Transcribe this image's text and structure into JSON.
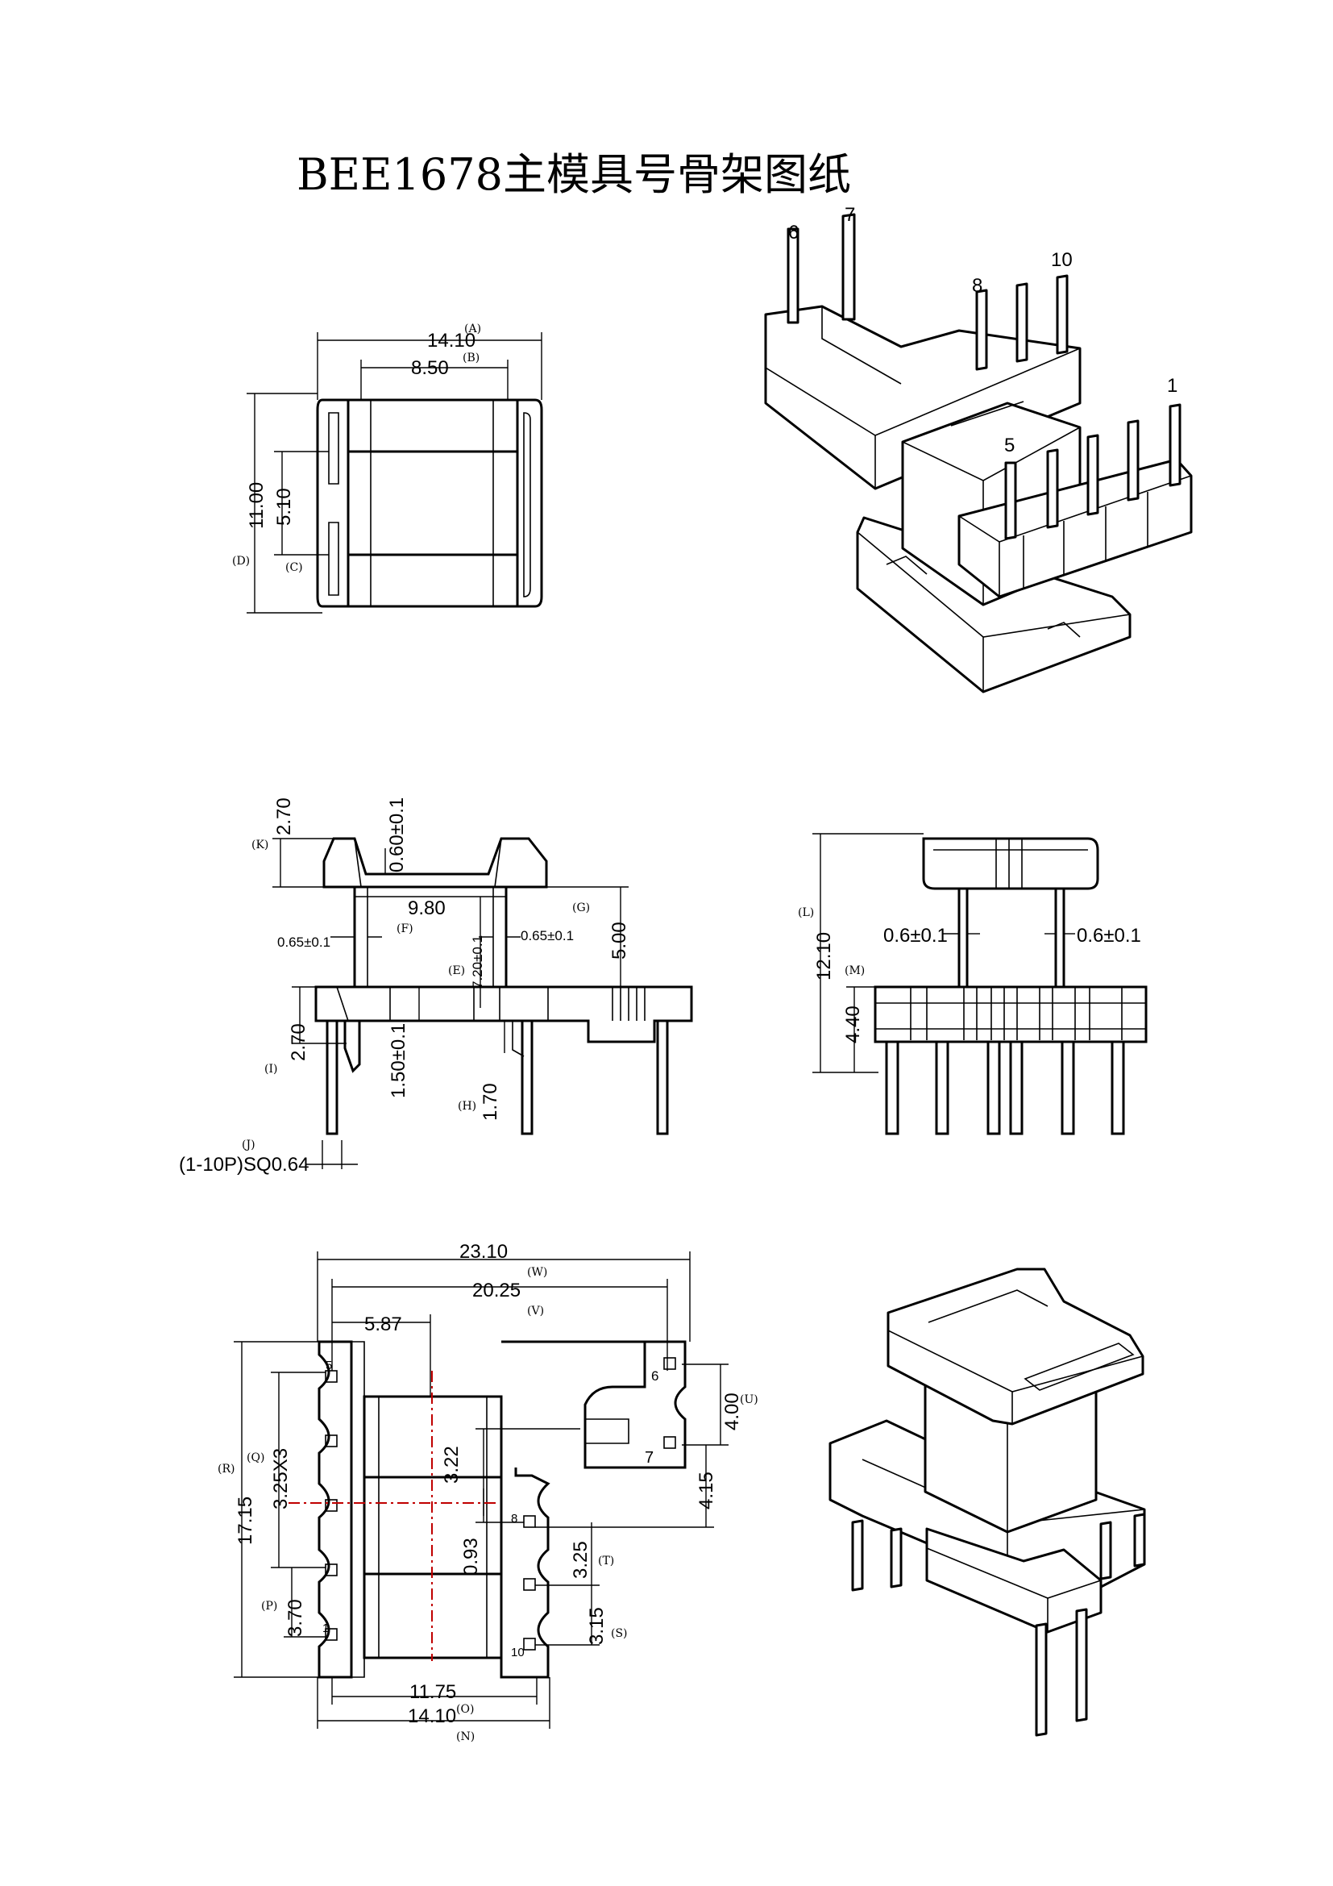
{
  "title": "BEE1678主模具号骨架图纸",
  "top_view": {
    "dims": [
      "14.10",
      "8.50",
      "11.00",
      "5.10"
    ],
    "refs": [
      "(A)",
      "(B)",
      "(D)",
      "(C)"
    ]
  },
  "front_view": {
    "dims": [
      "2.70",
      "0.60±0.1",
      "9.80",
      "5.00",
      "0.65±0.1",
      "7.20±0.1",
      "0.65±0.1",
      "2.70",
      "1.50±0.1",
      "1.70"
    ],
    "refs": [
      "(K)",
      "(F)",
      "(G)",
      "(E)",
      "(I)",
      "(H)",
      "(J)"
    ],
    "pin_spec": "(1-10P)SQ0.64"
  },
  "side_view": {
    "dims": [
      "12.10",
      "4.40",
      "0.6±0.1",
      "0.6±0.1"
    ],
    "refs": [
      "(L)",
      "(M)"
    ]
  },
  "bottom_view": {
    "dims": [
      "23.10",
      "20.25",
      "5.87",
      "17.15",
      "3.25X3",
      "3.70",
      "3.22",
      "0.93",
      "4.00",
      "4.15",
      "3.25",
      "3.15",
      "11.75",
      "14.10"
    ],
    "refs": [
      "(W)",
      "(V)",
      "(R)",
      "(Q)",
      "(P)",
      "(U)",
      "(T)",
      "(S)",
      "(O)",
      "(N)"
    ],
    "pin_labels": [
      "6",
      "7",
      "1",
      "5",
      "8",
      "10"
    ]
  },
  "iso_view_top": {
    "pin_labels": [
      "6",
      "7",
      "8",
      "10",
      "1",
      "5"
    ]
  }
}
